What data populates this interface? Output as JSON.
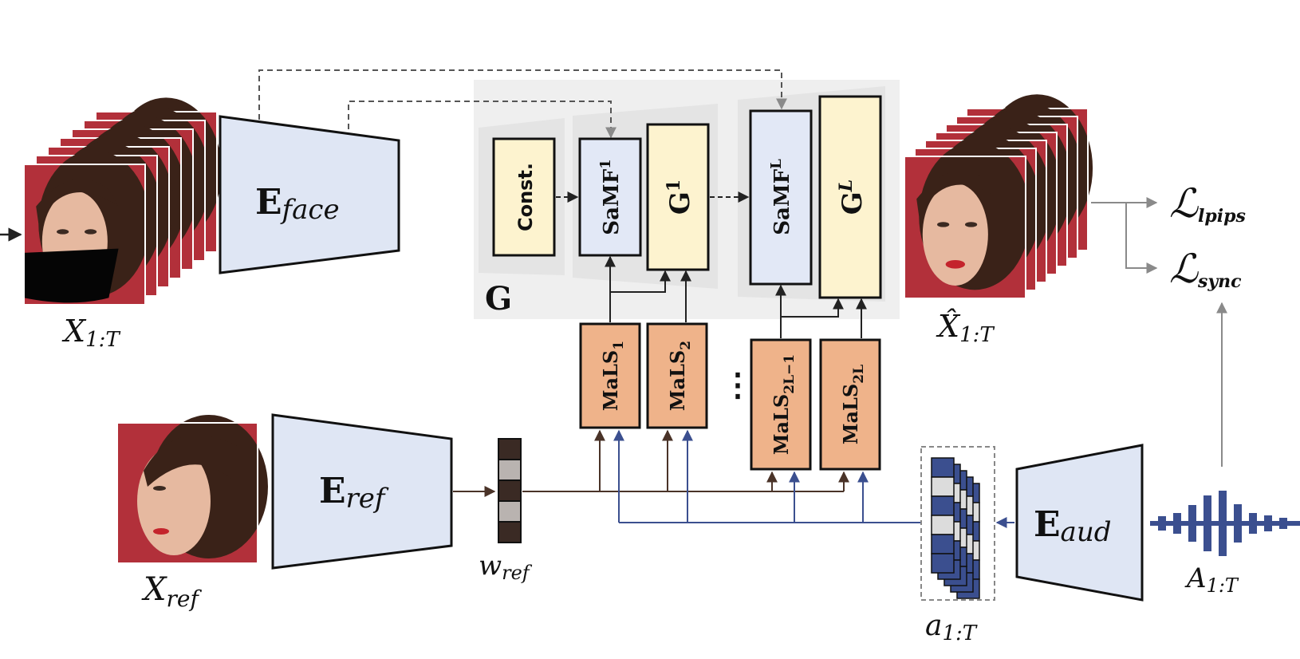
{
  "inputs": {
    "masked_frames_label": "X",
    "masked_frames_sub": "1:T",
    "ref_label": "X",
    "ref_sub": "ref",
    "audio_label": "A",
    "audio_sub": "1:T"
  },
  "encoders": {
    "face_main": "E",
    "face_sub": "face",
    "ref_main": "E",
    "ref_sub": "ref",
    "aud_main": "E",
    "aud_sub": "aud"
  },
  "generator": {
    "label": "G",
    "const_label": "Const.",
    "samf1_main": "SaMF",
    "samf1_sup": "1",
    "g1_main": "G",
    "g1_sup": "1",
    "samfL_main": "SaMF",
    "samfL_sup": "L",
    "gL_main": "G",
    "gL_sup": "L"
  },
  "mals": {
    "main": "MaLS",
    "sub1": "1",
    "sub2": "2",
    "sub3": "2L−1",
    "sub4": "2L",
    "ellipsis": "⋮"
  },
  "latents": {
    "w_label": "w",
    "w_sub": "ref",
    "a_label": "a",
    "a_sub": "1:T"
  },
  "outputs": {
    "frames_label": "X̂",
    "frames_sub": "1:T",
    "loss1_main": "ℒ",
    "loss1_sub": "lpips",
    "loss2_main": "ℒ",
    "loss2_sub": "sync"
  },
  "colors": {
    "encoder_fill": "#dfe6f4",
    "samf_fill": "#e2e8f6",
    "gen_fill": "#fdf3cf",
    "mals_fill": "#efb38a",
    "g_panel": "#efefef",
    "brown_line": "#4a3328",
    "blue_line": "#3b4f8f",
    "gray_line": "#8a8a8a",
    "face_red": "#b2303a",
    "hair": "#3a2218",
    "skin": "#e6b9a0"
  }
}
